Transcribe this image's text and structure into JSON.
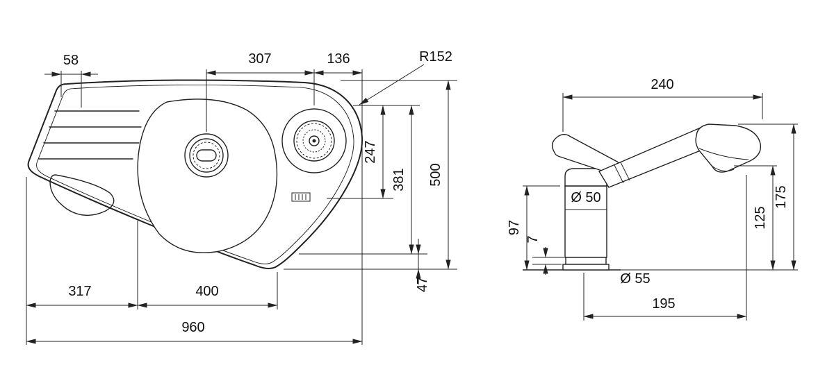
{
  "drawing": {
    "title": "sink-and-faucet-dimension-drawing",
    "line_color": "#222222",
    "sink": {
      "dim_58": "58",
      "dim_307": "307",
      "dim_136": "136",
      "radius_label": "R152",
      "dim_247": "247",
      "dim_381": "381",
      "dim_500": "500",
      "dim_47": "47",
      "dim_317": "317",
      "dim_400": "400",
      "dim_960": "960"
    },
    "faucet": {
      "dim_240": "240",
      "dia_50": "Ø 50",
      "dim_97": "97",
      "dim_7": "7",
      "dim_125": "125",
      "dim_175": "175",
      "dia_55": "Ø 55",
      "dim_195": "195"
    }
  }
}
